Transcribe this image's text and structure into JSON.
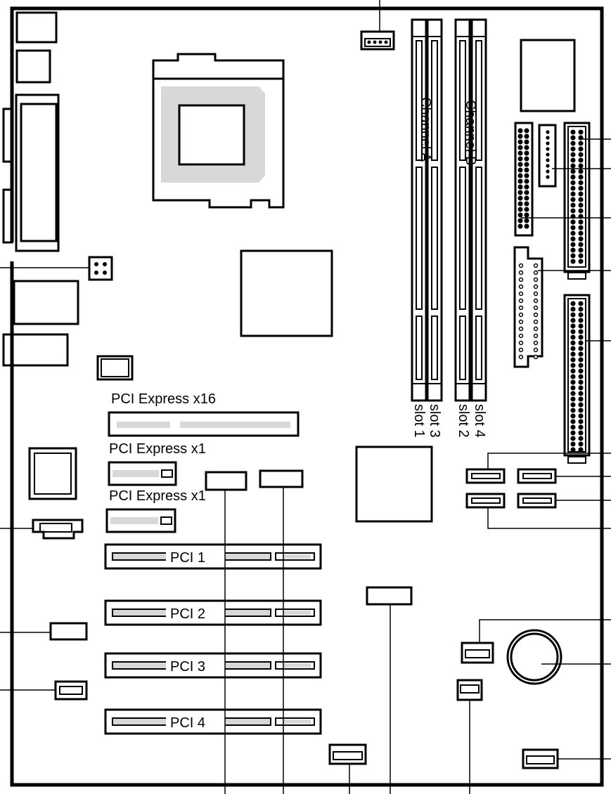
{
  "memory": {
    "channel_a": "Channel A",
    "channel_b": "Channel B",
    "slots": [
      "slot 1",
      "slot 3",
      "slot 2",
      "slot 4"
    ]
  },
  "expansion": {
    "pcie_x16": "PCI Express x16",
    "pcie_x1_a": "PCI Express x1",
    "pcie_x1_b": "PCI Express x1",
    "pci": [
      "PCI 1",
      "PCI 2",
      "PCI 3",
      "PCI 4"
    ]
  },
  "colors": {
    "line": "#000000",
    "socket_fill": "#d8d9d7",
    "slot_fill": "#d8d9d7"
  }
}
